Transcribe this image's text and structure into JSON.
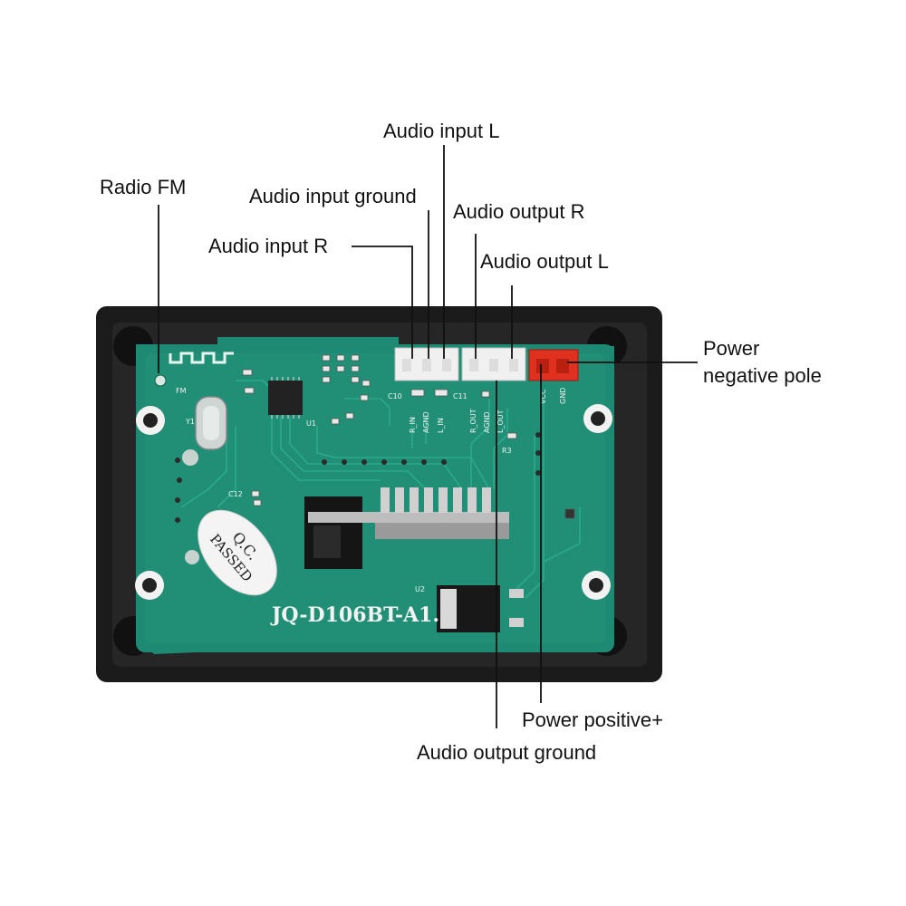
{
  "callouts": {
    "radio_fm": "Radio FM",
    "audio_input_l": "Audio input L",
    "audio_input_ground": "Audio input ground",
    "audio_output_r": "Audio output R",
    "audio_input_r": "Audio input R",
    "audio_output_l": "Audio output L",
    "power_negative_line1": "Power",
    "power_negative_line2": "negative pole",
    "power_positive": "Power positive+",
    "audio_output_ground": "Audio output ground"
  },
  "board": {
    "model": "JQ-D106BT-A1.",
    "qc_line1": "Q.C.",
    "qc_line2": "PASSED",
    "pin_labels": [
      "R_IN",
      "AGND",
      "L_IN",
      "R_OUT",
      "AGND",
      "L_OUT",
      "VCC",
      "GND"
    ],
    "silk_fm": "FM",
    "silk_y1": "Y1",
    "silk_u1": "U1",
    "silk_u2": "U2",
    "silk_r3": "R3",
    "silk_c10": "C10",
    "silk_c11": "C11",
    "silk_c12": "C12"
  },
  "colors": {
    "pcb": "#1e8a74",
    "case": "#1a1a1a",
    "connector_white": "#f0f0f0",
    "connector_red": "#e03020",
    "leader": "#111111"
  }
}
